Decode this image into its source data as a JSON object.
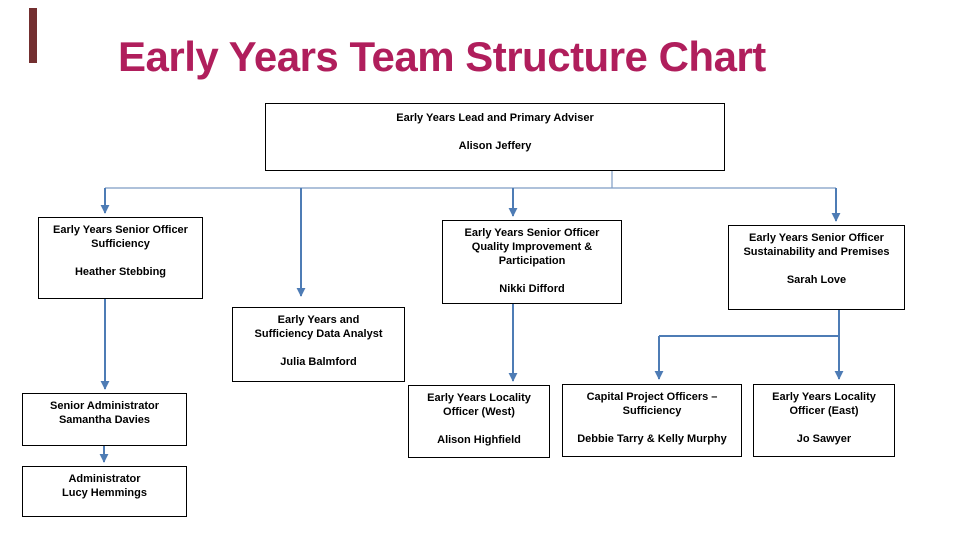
{
  "page": {
    "title": "Early Years Team Structure Chart"
  },
  "colors": {
    "title_text": "#B01E5C",
    "connector_line": "#7E9CC4",
    "connector_arrow": "#4E7CB5",
    "box_border": "#000000",
    "box_fill": "#FFFFFF",
    "accent_bar": "#732F30"
  },
  "nodes": {
    "lead": {
      "role": "Early Years Lead and Primary Adviser",
      "name": "Alison Jeffery"
    },
    "sufficiency": {
      "role": "Early Years Senior Officer\nSufficiency",
      "name": "Heather Stebbing"
    },
    "quality": {
      "role": "Early Years Senior Officer\nQuality Improvement &\nParticipation",
      "name": "Nikki Difford"
    },
    "sustainability": {
      "role": "Early Years Senior Officer\nSustainability and Premises",
      "name": "Sarah Love"
    },
    "analyst": {
      "role": "Early Years and\nSufficiency Data Analyst",
      "name": "Julia Balmford"
    },
    "senior_admin": {
      "role": "Senior Administrator",
      "name": "Samantha Davies"
    },
    "admin": {
      "role": "Administrator",
      "name": "Lucy Hemmings"
    },
    "west": {
      "role": "Early Years Locality\nOfficer (West)",
      "name": "Alison Highfield"
    },
    "capital": {
      "role": "Capital Project Officers –\nSufficiency",
      "name": "Debbie Tarry & Kelly Murphy"
    },
    "east": {
      "role": "Early Years Locality\nOfficer (East)",
      "name": "Jo Sawyer"
    }
  }
}
